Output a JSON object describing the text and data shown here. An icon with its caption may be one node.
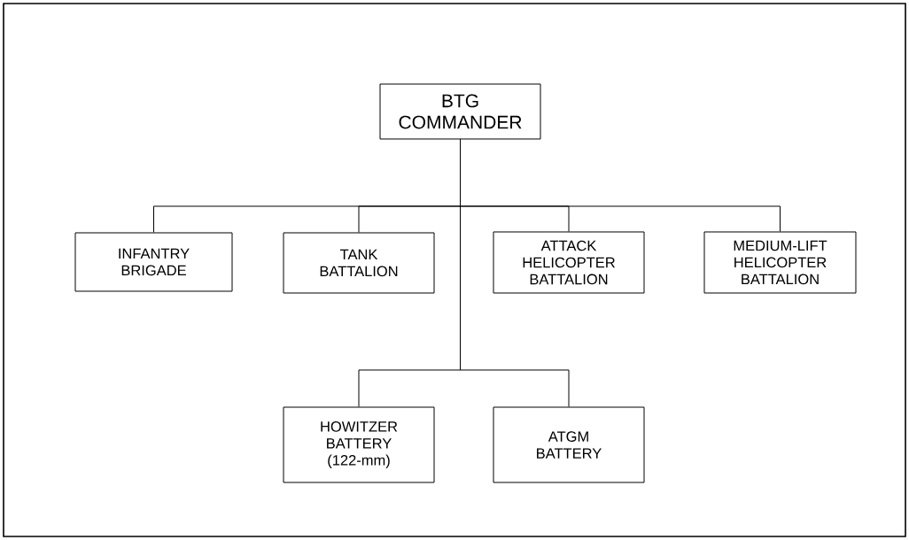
{
  "diagram": {
    "nodes": [
      {
        "text": [
          "BTG COMMANDER"
        ]
      },
      {
        "text": [
          "INFANTRY BRIGADE"
        ]
      },
      {
        "text": [
          "TANK BATTALION"
        ]
      },
      {
        "text": [
          "ATTACK HELICOPTER BATTALION"
        ]
      },
      {
        "text": [
          "MEDIUM-LIFT HELICOPTER BATTALION"
        ]
      },
      {
        "text": [
          "HOWITZER BATTERY (122-mm)"
        ]
      },
      {
        "text": [
          "ATGM BATTERY"
        ]
      }
    ],
    "edges": [
      {
        "from": 0,
        "to": 1,
        "arrow": "none"
      },
      {
        "from": 0,
        "to": 2,
        "arrow": "none"
      },
      {
        "from": 0,
        "to": 3,
        "arrow": "none"
      },
      {
        "from": 0,
        "to": 4,
        "arrow": "none"
      },
      {
        "from": 0,
        "to": 5,
        "arrow": "none"
      },
      {
        "from": 0,
        "to": 6,
        "arrow": "none"
      }
    ]
  }
}
